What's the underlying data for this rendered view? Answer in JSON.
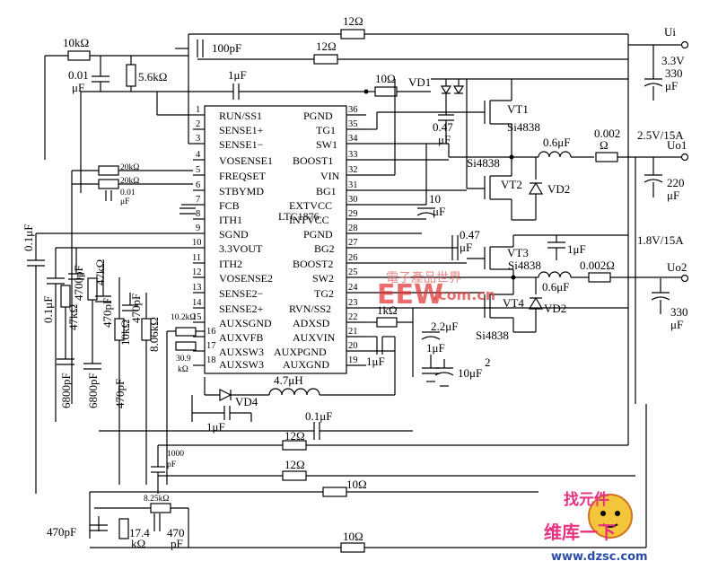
{
  "ic": {
    "name": "LTC1876",
    "left_pins": [
      {
        "num": "1",
        "label": "RUN/SS1"
      },
      {
        "num": "2",
        "label": "SENSE1+"
      },
      {
        "num": "3",
        "label": "SENSE1−"
      },
      {
        "num": "4",
        "label": "VOSENSE1"
      },
      {
        "num": "5",
        "label": "FREQSET"
      },
      {
        "num": "6",
        "label": "STBYMD"
      },
      {
        "num": "7",
        "label": "FCB"
      },
      {
        "num": "8",
        "label": "ITH1"
      },
      {
        "num": "9",
        "label": "SGND"
      },
      {
        "num": "10",
        "label": "3.3VOUT"
      },
      {
        "num": "11",
        "label": "ITH2"
      },
      {
        "num": "12",
        "label": "VOSENSE2"
      },
      {
        "num": "13",
        "label": "SENSE2−"
      },
      {
        "num": "14",
        "label": "SENSE2+"
      },
      {
        "num": "15",
        "label": "AUXSGND"
      },
      {
        "num": "16",
        "label": "AUXVFB"
      },
      {
        "num": "17",
        "label": "AUXSW3"
      },
      {
        "num": "18",
        "label": "AUXSW3"
      }
    ],
    "right_pins": [
      {
        "num": "36",
        "label": "PGND"
      },
      {
        "num": "35",
        "label": "TG1"
      },
      {
        "num": "34",
        "label": "SW1"
      },
      {
        "num": "33",
        "label": "BOOST1"
      },
      {
        "num": "32",
        "label": "VIN"
      },
      {
        "num": "31",
        "label": "BG1"
      },
      {
        "num": "30",
        "label": "EXTVCC"
      },
      {
        "num": "29",
        "label": "INTVCC"
      },
      {
        "num": "28",
        "label": "PGND"
      },
      {
        "num": "27",
        "label": "BG2"
      },
      {
        "num": "26",
        "label": "BOOST2"
      },
      {
        "num": "25",
        "label": "SW2"
      },
      {
        "num": "24",
        "label": "TG2"
      },
      {
        "num": "23",
        "label": "RVN/SS2"
      },
      {
        "num": "22",
        "label": "ADXSD"
      },
      {
        "num": "21",
        "label": "AUXVIN"
      },
      {
        "num": "20",
        "label": "AUXPGND"
      },
      {
        "num": "19",
        "label": "AUXGND"
      }
    ]
  },
  "components": {
    "r_12_top": "12Ω",
    "c_100pf": "100pF",
    "r_12_second": "12Ω",
    "r_10k": "10kΩ",
    "c_001": "0.01",
    "c_001_unit": "μF",
    "r_56k": "5.6kΩ",
    "c_1uf_top": "1μF",
    "r_10_top": "10Ω",
    "vd1": "VD1",
    "c_047_top": "0.47",
    "c_047_top_unit": "μF",
    "vt1": "VT1",
    "si4838_1": "Si4838",
    "l_06_top": "0.6μF",
    "r_0002_top": "0.002",
    "r_0002_top_unit": "Ω",
    "si4838_2": "Si4838",
    "vt2": "VT2",
    "vd2_top": "VD2",
    "r_20k_a": "20kΩ",
    "r_20k_b": "20kΩ",
    "c_001b": "0.01",
    "c_001b_unit": "μF",
    "c_10uf": "10",
    "c_10uf_unit": "μF",
    "c_047_mid": "0.47",
    "c_047_mid_unit": "μF",
    "c_1uf_mid": "1μF",
    "vt3": "VT3",
    "si4838_3": "Si4838",
    "l_06_mid": "0.6μF",
    "r_0002_mid": "0.002Ω",
    "vt4": "VT4",
    "vd2_bot": "VD2",
    "si4838_4": "Si4838",
    "c_01uf_left": "0.1μF",
    "c_01uf_b": "0.1μF",
    "r_47k_a": "47kΩ",
    "c_4700pf": "4700pF",
    "r_47k_b": "47kΩ",
    "c_470pf_a": "470pF",
    "r_10k_b": "10kΩ",
    "c_470pf_b": "470pF",
    "r_806k": "8.06kΩ",
    "c_6800pf_a": "6800pF",
    "c_6800pf_b": "6800pF",
    "c_470pf_c": "470pF",
    "r_102k": "10.2kΩ",
    "r_309k": "30.9",
    "r_309k_unit": "kΩ",
    "r_1k": "1kΩ",
    "c_22uf": "2.2μF",
    "c_1uf_aux": "1μF",
    "c_1uf_aux2": "1μF",
    "c_10uf_aux": "10μF",
    "aux_mark": "2",
    "l_47uh": "4.7μH",
    "vd4": "VD4",
    "c_1uf_vd4": "1μF",
    "c_01uf_bot": "0.1μF",
    "r_12_bot_a": "12Ω",
    "c_1000pf": "1000",
    "c_1000pf_unit": "pF",
    "r_12_bot_b": "12Ω",
    "r_10_bot_a": "10Ω",
    "r_825k": "8.25kΩ",
    "c_470pf_left": "470pF",
    "r_174k": "17.4",
    "r_174k_unit": "kΩ",
    "c_470pf_d": "470",
    "c_470pf_d_unit": "pF",
    "r_10_bottom": "10Ω"
  },
  "outputs": {
    "ui": "Ui",
    "v33": "3.3V",
    "c330_top": "330",
    "c330_top_unit": "μF",
    "out1": "2.5V/15A",
    "uo1": "Uo1",
    "c220": "220",
    "c220_unit": "μF",
    "out2": "1.8V/15A",
    "uo2": "Uo2",
    "c330_bot": "330",
    "c330_bot_unit": "μF"
  },
  "watermark": {
    "logo_letters": "EEW",
    "chinese_top": "電子產品世界",
    "site": ".com.cn",
    "corner_top": "找元件",
    "corner_mid": "维库一下",
    "corner_url": "www.dzsc.com"
  }
}
